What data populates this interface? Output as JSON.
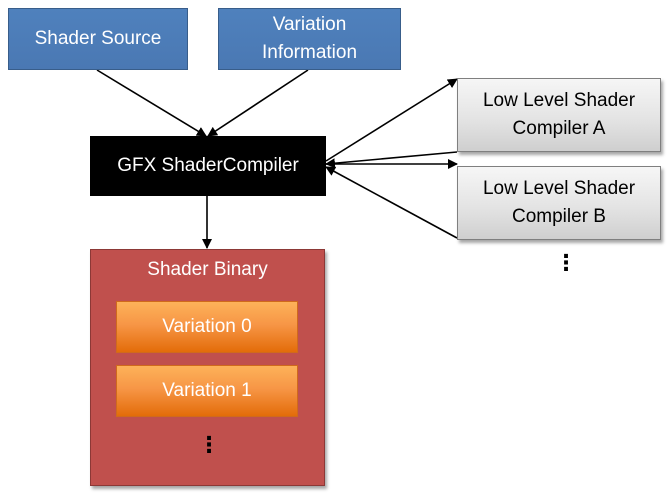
{
  "nodes": {
    "shader_source": "Shader Source",
    "variation_information": "Variation\nInformation",
    "gfx_shader_compiler": "GFX ShaderCompiler",
    "low_level_a": "Low Level Shader\nCompiler A",
    "low_level_b": "Low Level Shader\nCompiler B",
    "shader_binary": "Shader Binary",
    "variation_0": "Variation 0",
    "variation_1": "Variation 1"
  },
  "colors": {
    "input_box": "#4f81bd",
    "compiler_box": "#000000",
    "low_level_box": "#e4e4e4",
    "binary_container": "#c0504d",
    "variation_box": "#f79646"
  }
}
